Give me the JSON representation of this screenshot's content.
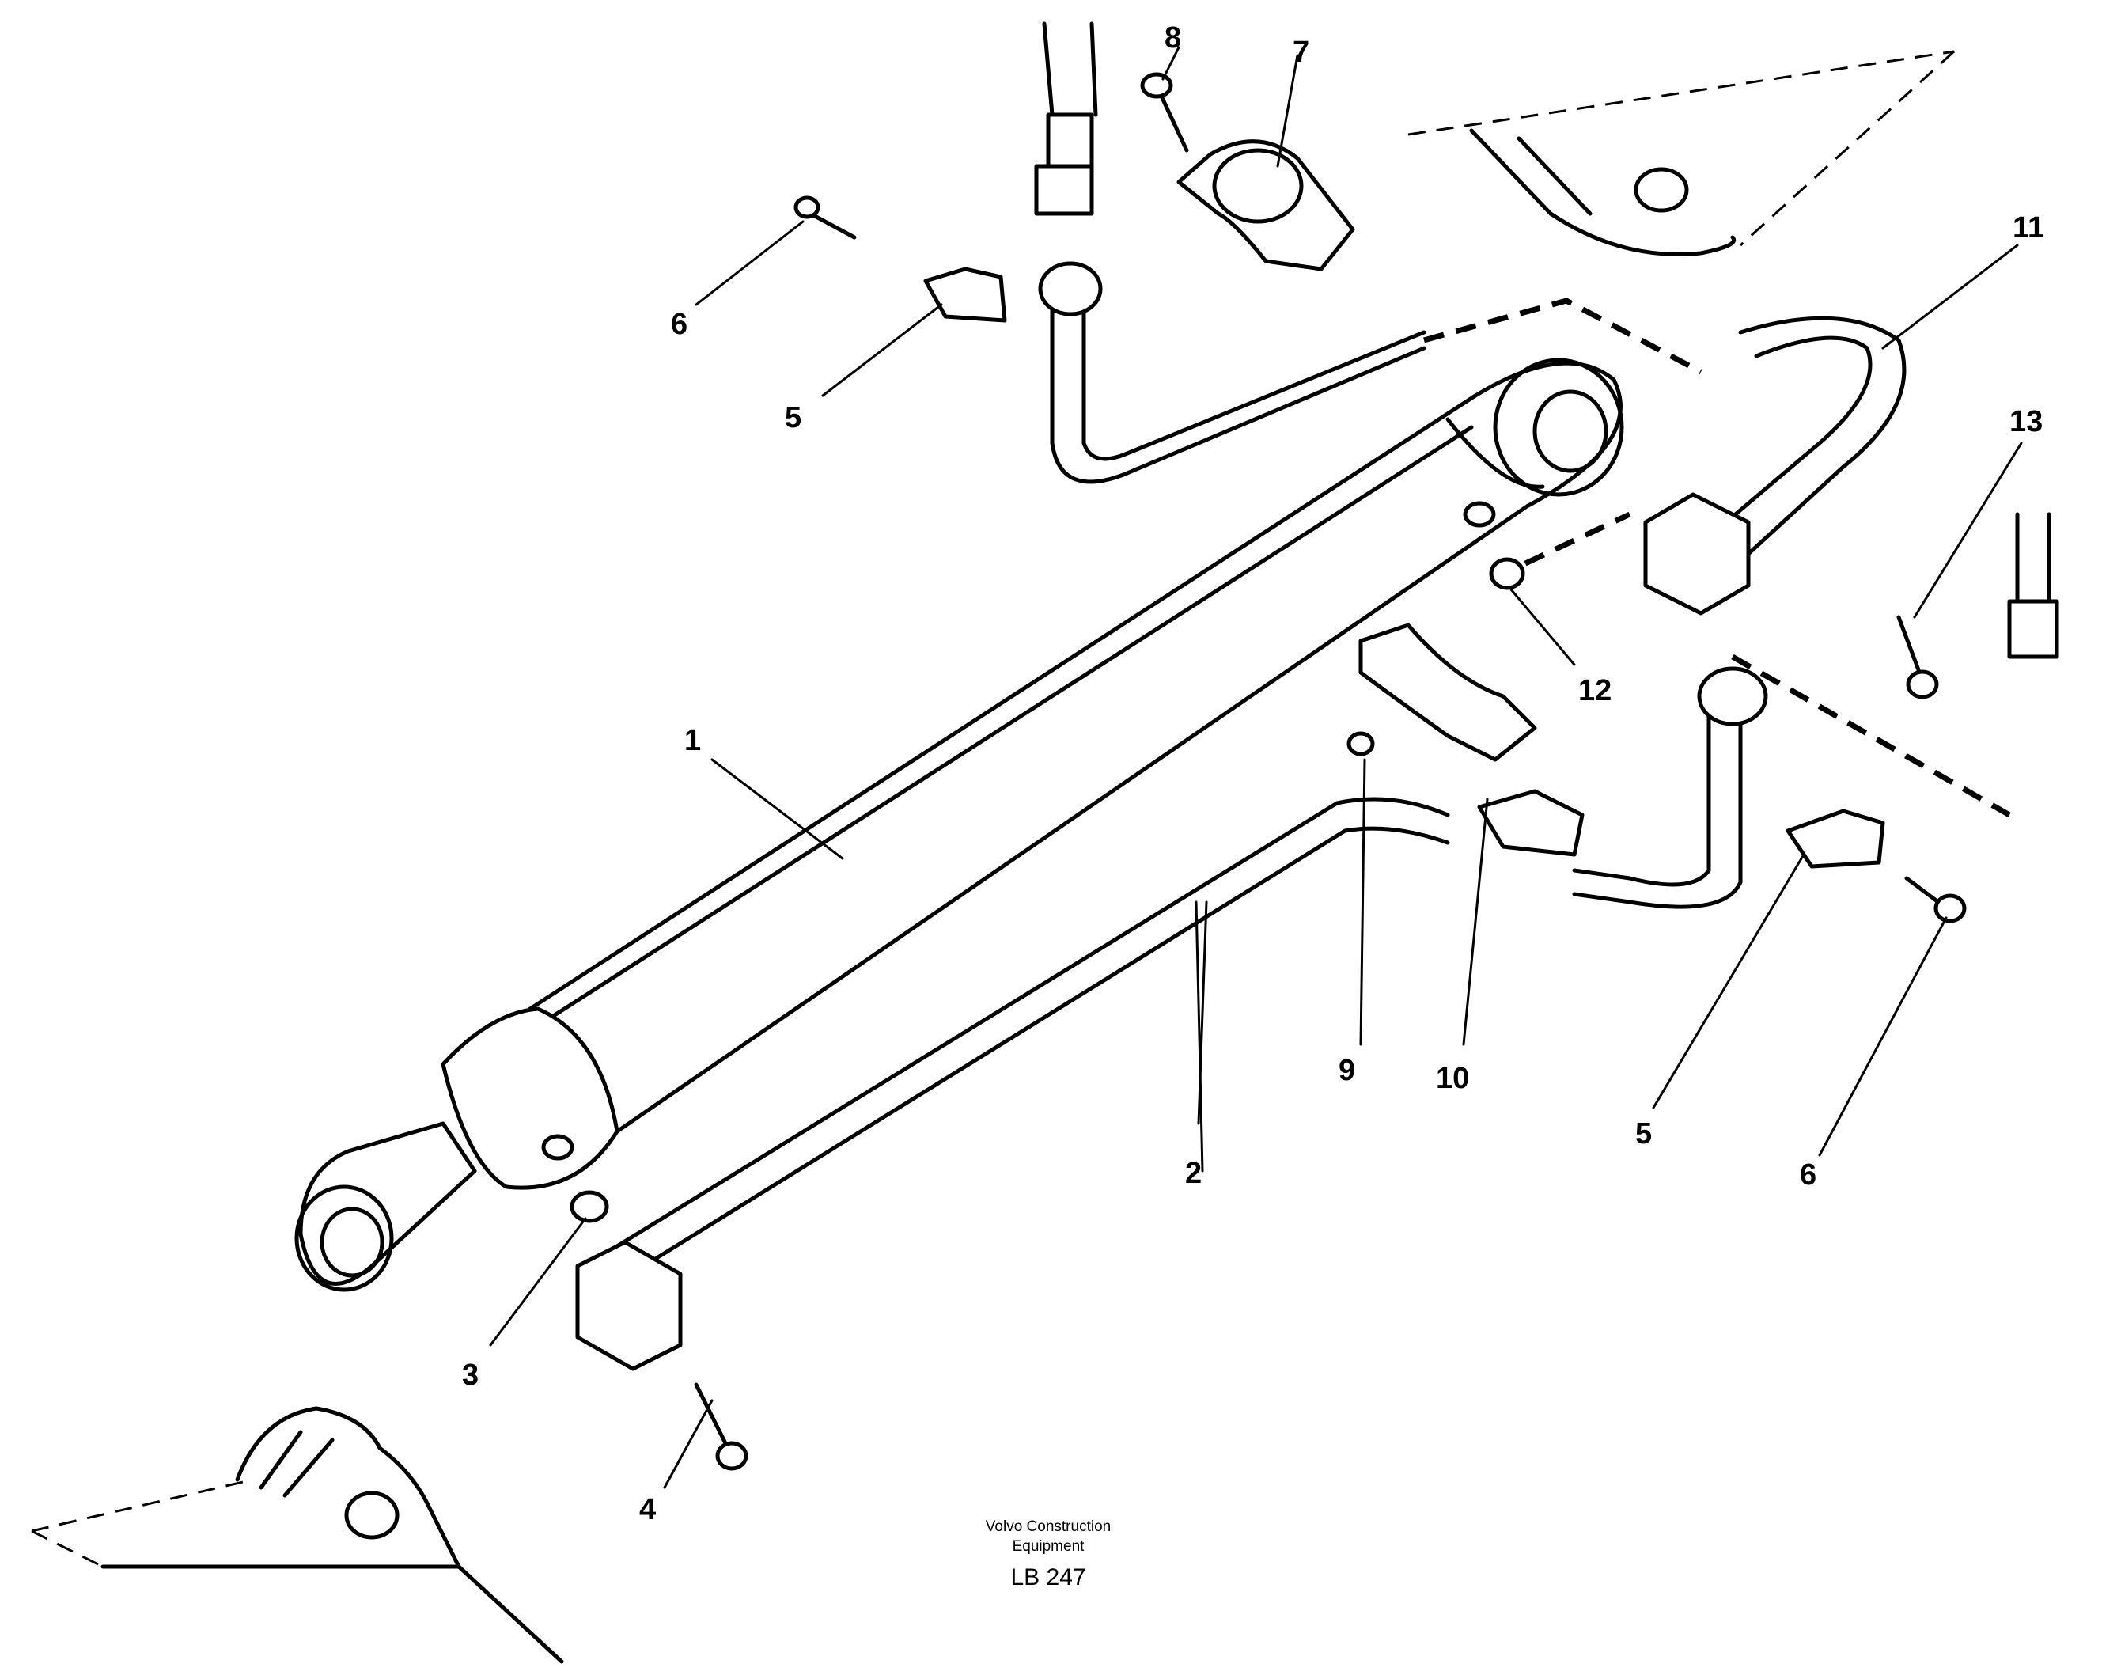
{
  "diagram": {
    "callouts": [
      "1",
      "2",
      "3",
      "4",
      "5",
      "6",
      "7",
      "8",
      "9",
      "10",
      "11",
      "12",
      "13",
      "5",
      "6"
    ],
    "footer": {
      "company_line1": "Volvo Construction",
      "company_line2": "Equipment",
      "code": "LB 247"
    }
  }
}
